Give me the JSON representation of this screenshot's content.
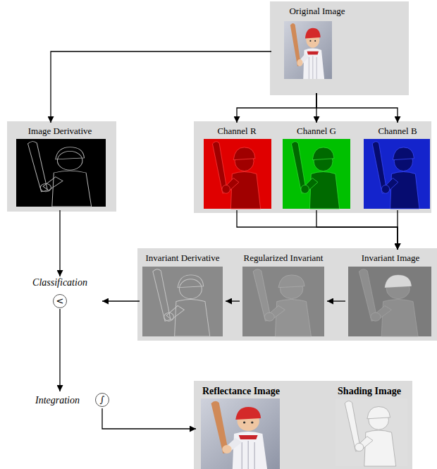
{
  "diagram": {
    "nodes": [
      {
        "text": [
          "Original Image"
        ]
      },
      {
        "text": [
          "Image Derivative"
        ]
      },
      {
        "text": [
          "Channel R"
        ]
      },
      {
        "text": [
          "Channel G"
        ]
      },
      {
        "text": [
          "Channel B"
        ]
      },
      {
        "text": [
          "Classification",
          "<"
        ]
      },
      {
        "text": [
          "Invariant Derivative"
        ]
      },
      {
        "text": [
          "Regularized Invariant"
        ]
      },
      {
        "text": [
          "Invariant Image"
        ]
      },
      {
        "text": [
          "Integration",
          "∫"
        ]
      },
      {
        "text": [
          "Reflectance Image"
        ]
      },
      {
        "text": [
          "Shading Image"
        ]
      }
    ],
    "edges": [
      {
        "from": 0,
        "to": 1,
        "arrow": "to"
      },
      {
        "from": 0,
        "to": 2,
        "arrow": "to"
      },
      {
        "from": 0,
        "to": 3,
        "arrow": "to"
      },
      {
        "from": 0,
        "to": 4,
        "arrow": "to"
      },
      {
        "from": 2,
        "to": 8,
        "arrow": "to"
      },
      {
        "from": 3,
        "to": 8,
        "arrow": "to"
      },
      {
        "from": 4,
        "to": 8,
        "arrow": "to"
      },
      {
        "from": 8,
        "to": 7,
        "arrow": "to"
      },
      {
        "from": 7,
        "to": 6,
        "arrow": "to"
      },
      {
        "from": 6,
        "to": 5,
        "arrow": "to"
      },
      {
        "from": 1,
        "to": 5,
        "arrow": "to"
      },
      {
        "from": 5,
        "to": 9,
        "arrow": "to"
      },
      {
        "from": 9,
        "to": 10,
        "arrow": "to"
      }
    ]
  }
}
